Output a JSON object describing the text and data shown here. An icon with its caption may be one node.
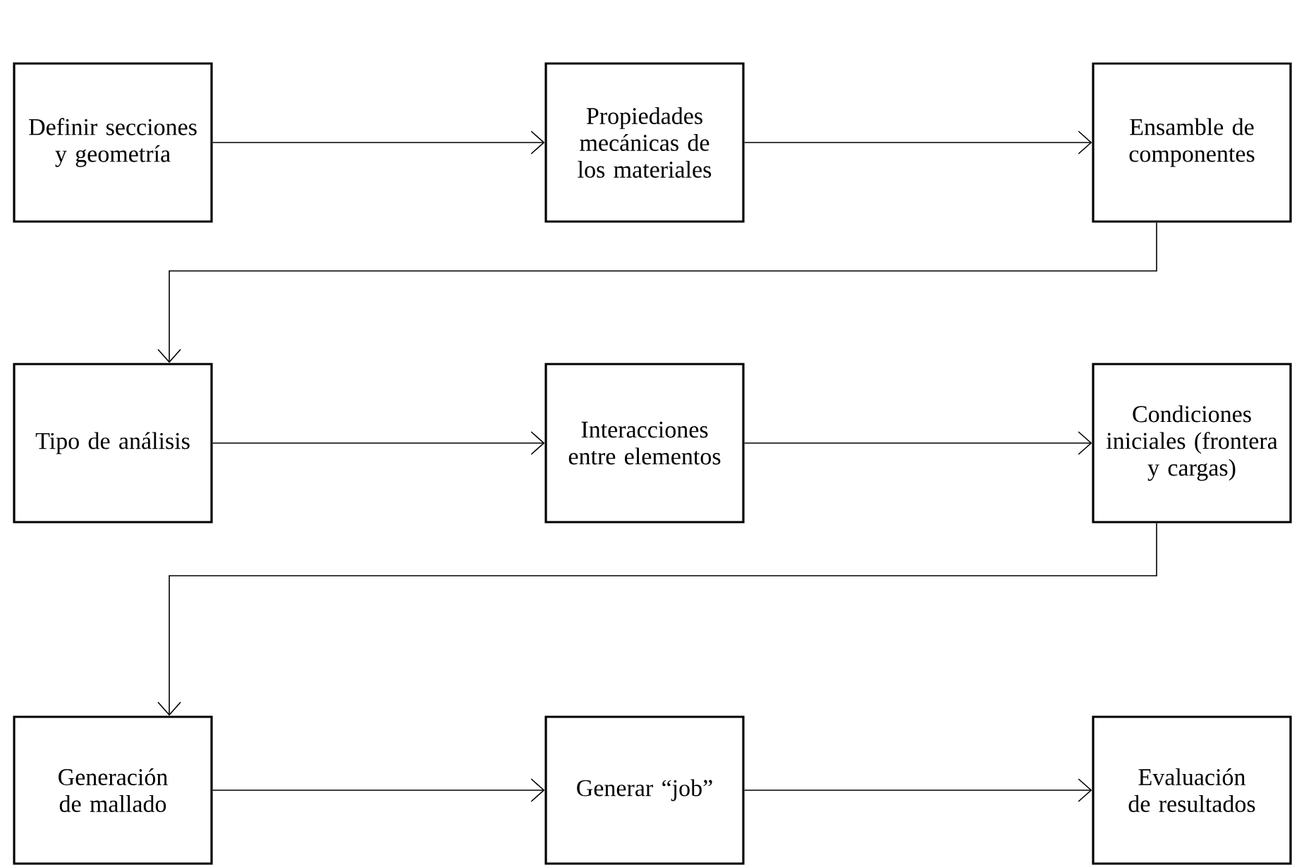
{
  "diagram": {
    "nodes": [
      {
        "text": [
          "Definir secciones y geometría"
        ]
      },
      {
        "text": [
          "Propiedades mecánicas de los materiales"
        ]
      },
      {
        "text": [
          "Ensamble de componentes"
        ]
      },
      {
        "text": [
          "Tipo de análisis"
        ]
      },
      {
        "text": [
          "Interacciones entre elementos"
        ]
      },
      {
        "text": [
          "Condiciones iniciales (frontera y cargas)"
        ]
      },
      {
        "text": [
          "Generación de mallado"
        ]
      },
      {
        "text": [
          "Generar “job”"
        ]
      },
      {
        "text": [
          "Evaluación de resultados"
        ]
      }
    ],
    "edges": [
      {
        "from": 0,
        "to": 1,
        "arrow": "to"
      },
      {
        "from": 1,
        "to": 2,
        "arrow": "to"
      },
      {
        "from": 2,
        "to": 3,
        "arrow": "to"
      },
      {
        "from": 3,
        "to": 4,
        "arrow": "to"
      },
      {
        "from": 4,
        "to": 5,
        "arrow": "to"
      },
      {
        "from": 5,
        "to": 6,
        "arrow": "to"
      },
      {
        "from": 6,
        "to": 7,
        "arrow": "to"
      },
      {
        "from": 7,
        "to": 8,
        "arrow": "to"
      }
    ]
  }
}
